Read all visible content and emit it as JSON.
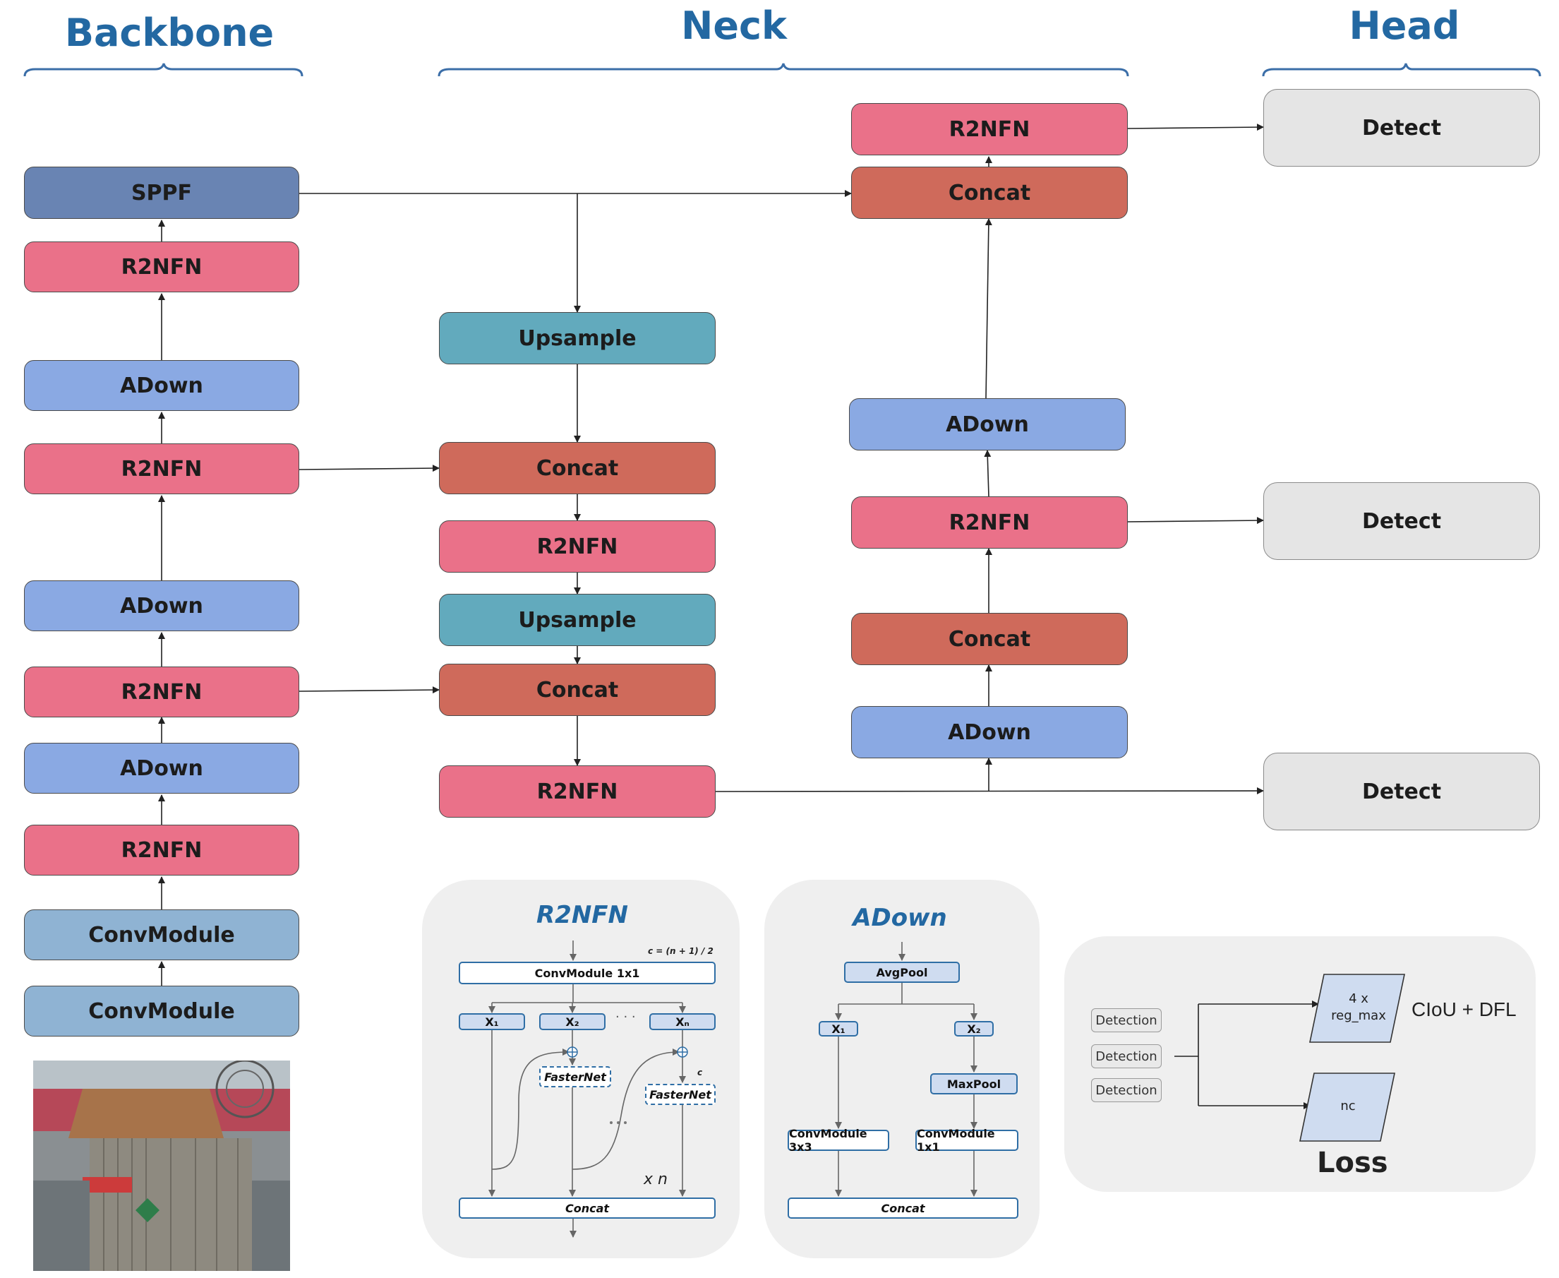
{
  "sections": {
    "backbone": "Backbone",
    "neck": "Neck",
    "head": "Head"
  },
  "backbone": [
    "SPPF",
    "R2NFN",
    "ADown",
    "R2NFN",
    "ADown",
    "R2NFN",
    "ADown",
    "R2NFN",
    "ConvModule",
    "ConvModule"
  ],
  "neck_left": [
    "Upsample",
    "Concat",
    "R2NFN",
    "Upsample",
    "Concat",
    "R2NFN"
  ],
  "neck_right": [
    "R2NFN",
    "Concat",
    "ADown",
    "R2NFN",
    "Concat",
    "ADown"
  ],
  "head": [
    "Detect",
    "Detect",
    "Detect"
  ],
  "r2nfn_panel": {
    "title": "R2NFN",
    "formula": "c = (n + 1) / 2",
    "conv": "ConvModule 1x1",
    "x1": "X₁",
    "x2": "X₂",
    "xn": "Xₙ",
    "dots": "· · ·",
    "fasternet": "FasterNet",
    "c_label": "c",
    "xn_label": "x n",
    "concat": "Concat"
  },
  "adown_panel": {
    "title": "ADown",
    "avgpool": "AvgPool",
    "x1": "X₁",
    "x2": "X₂",
    "maxpool": "MaxPool",
    "conv3": "ConvModule 3x3",
    "conv1": "ConvModule 1x1",
    "concat": "Concat"
  },
  "loss_panel": {
    "detections": [
      "Detection",
      "Detection",
      "Detection"
    ],
    "box_reg": [
      "4 x",
      "reg_max"
    ],
    "nc": "nc",
    "loss_box": "CIoU + DFL",
    "title": "Loss"
  },
  "colors": {
    "r2nfn": "#ea7189",
    "adown": "#8aa9e3",
    "concat": "#cf6a5b",
    "upsample": "#62aabd",
    "sppf": "#6984b3",
    "convmodule": "#8fb3d3",
    "detect": "#e5e5e5",
    "title": "#2368a2"
  }
}
